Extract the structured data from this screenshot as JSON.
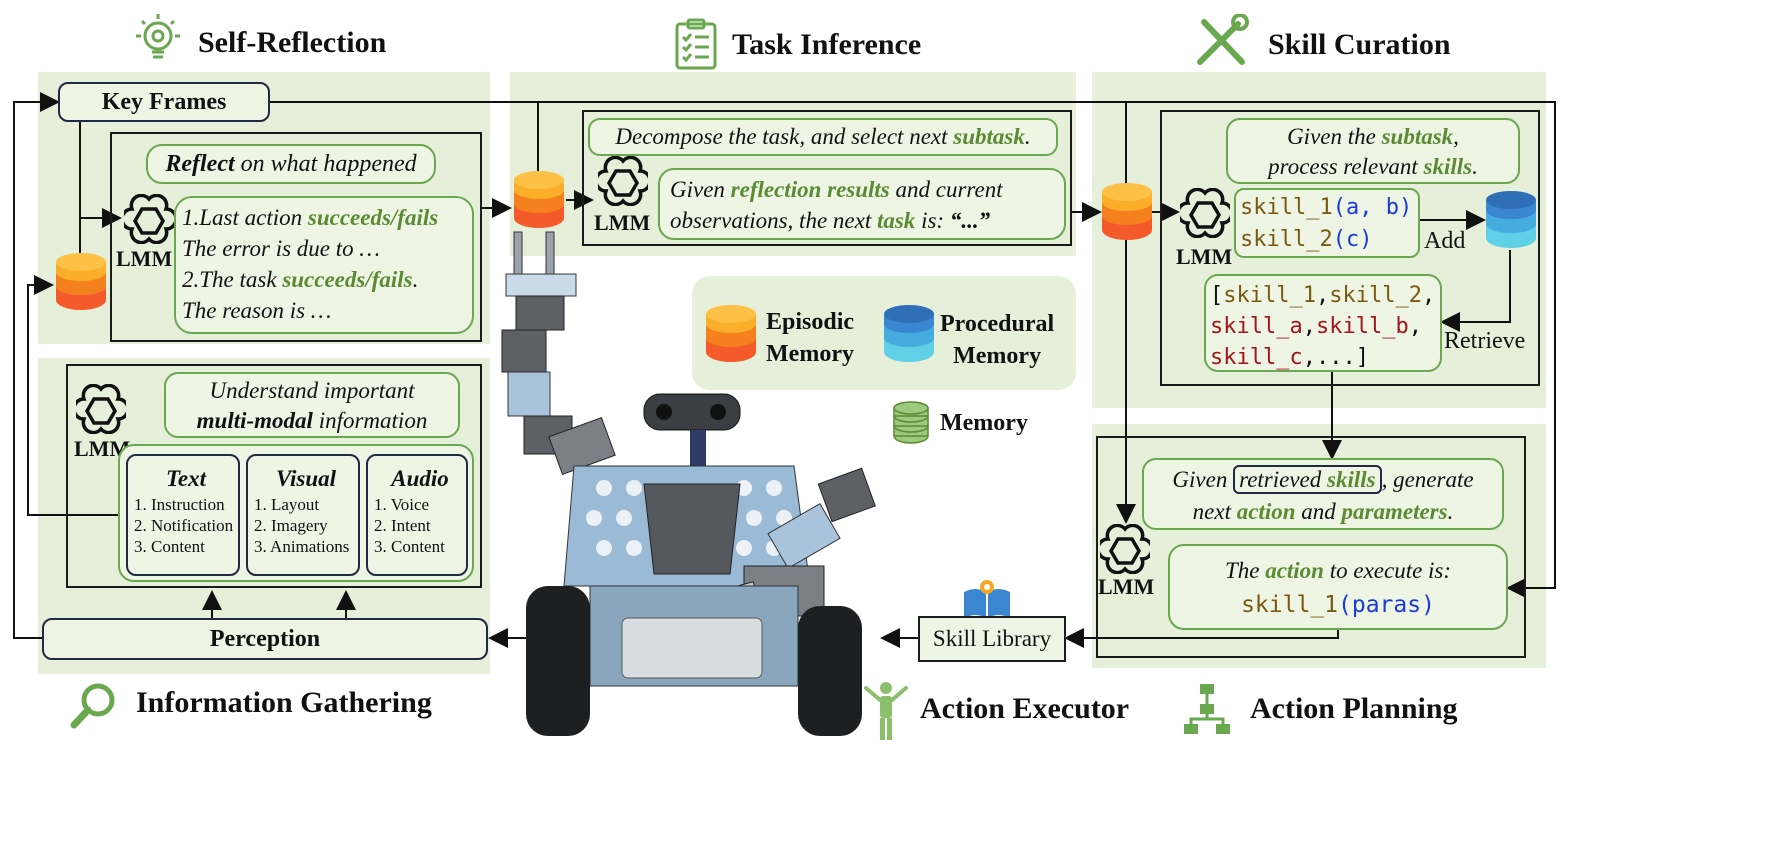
{
  "sections": {
    "self_reflection": "Self-Reflection",
    "task_inference": "Task Inference",
    "skill_curation": "Skill Curation",
    "information_gathering": "Information Gathering",
    "action_executor": "Action Executor",
    "action_planning": "Action Planning"
  },
  "key_frames": "Key Frames",
  "perception": "Perception",
  "skill_library": "Skill Library",
  "lmm": "LMM",
  "reflect": {
    "prompt_bold": "Reflect",
    "prompt_rest": "on what happened",
    "l1a": "1.Last action ",
    "l1b": "succeeds/fails",
    "l2": "The error is due to …",
    "l3a": "2.The task ",
    "l3b": "succeeds/fails",
    "l3c": ".",
    "l4": "The reason is …"
  },
  "task": {
    "prompt_a": "Decompose the task, and select next ",
    "prompt_b": "subtask",
    "prompt_c": ".",
    "l1a": "Given ",
    "l1b": "reflection results",
    "l1c": " and current",
    "l2a": "observations, the next ",
    "l2b": "task",
    "l2c": " is: ",
    "l2d": "“...”"
  },
  "skill": {
    "prompt_a": "Given the ",
    "prompt_b": "subtask",
    "prompt_c": ",",
    "prompt_d": "process relevant ",
    "prompt_e": "skills",
    "prompt_f": ".",
    "s1_name": "skill_1",
    "s1_args": "(a, b)",
    "s2_name": "skill_2",
    "s2_args": "(c)",
    "add": "Add",
    "retrieve": "Retrieve",
    "list_l1_open": "[",
    "list_s1": "skill_1",
    "list_comma": ",",
    "list_s2": "skill_2",
    "list_sa": "skill_a",
    "list_sb": "skill_b",
    "list_sc": "skill_c",
    "list_end": ",...]"
  },
  "memory": {
    "episodic_1": "Episodic",
    "episodic_2": "Memory",
    "procedural_1": "Procedural",
    "procedural_2": "Memory",
    "memory": "Memory"
  },
  "info": {
    "prompt_a": "Understand important",
    "prompt_b": "multi-modal",
    "prompt_c": " information",
    "text": {
      "title": "Text",
      "items": [
        "1. Instruction",
        "2. Notification",
        "3. Content"
      ]
    },
    "visual": {
      "title": "Visual",
      "items": [
        "1. Layout",
        "2. Imagery",
        "3. Animations"
      ]
    },
    "audio": {
      "title": "Audio",
      "items": [
        "1. Voice",
        "2. Intent",
        "3. Content"
      ]
    }
  },
  "planning": {
    "p1": "Given ",
    "p2": "retrieved",
    "p3": "skills",
    "p4": ", generate",
    "p5": "next ",
    "p6": "action",
    "p7": " and ",
    "p8": "parameters",
    "p9": ".",
    "r1a": "The ",
    "r1b": "action",
    "r1c": " to execute is:",
    "r2a": "skill_1",
    "r2b": "(paras)"
  },
  "colors": {
    "panel": "#e6efd9",
    "accent_green": "#5a8a32",
    "episodic": "#f47b20",
    "procedural": "#3a9ad9",
    "memory": "#8cbf6a"
  }
}
